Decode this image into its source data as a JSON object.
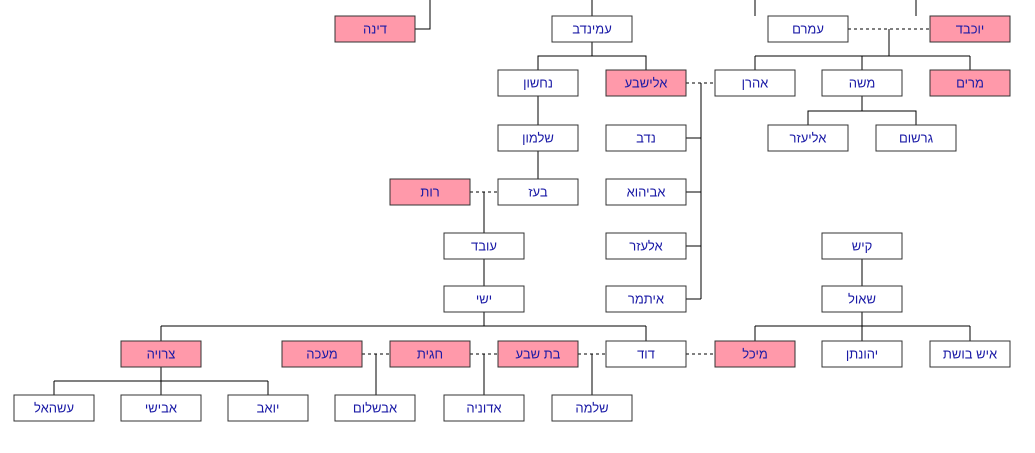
{
  "colors": {
    "male_fill": "#ffffff",
    "female_fill": "#ff99aa",
    "border": "#333333",
    "line": "#000000",
    "text": "#1a1aa6"
  },
  "people": {
    "dina": {
      "name": "דינה",
      "gender": "female"
    },
    "aminadav": {
      "name": "עמינדב",
      "gender": "male"
    },
    "amram": {
      "name": "עמרם",
      "gender": "male"
    },
    "yocheved": {
      "name": "יוכבד",
      "gender": "female"
    },
    "nachshon": {
      "name": "נחשון",
      "gender": "male"
    },
    "elisheva": {
      "name": "אלישבע",
      "gender": "female"
    },
    "aharon": {
      "name": "אהרן",
      "gender": "male"
    },
    "moshe": {
      "name": "משה",
      "gender": "male"
    },
    "miriam": {
      "name": "מרים",
      "gender": "female"
    },
    "salmon": {
      "name": "שלמון",
      "gender": "male"
    },
    "nadav": {
      "name": "נדב",
      "gender": "male"
    },
    "eliezer": {
      "name": "אליעזר",
      "gender": "male"
    },
    "gershom": {
      "name": "גרשום",
      "gender": "male"
    },
    "ruth": {
      "name": "רות",
      "gender": "female"
    },
    "boaz": {
      "name": "בעז",
      "gender": "male"
    },
    "avihu": {
      "name": "אביהוא",
      "gender": "male"
    },
    "oved": {
      "name": "עובד",
      "gender": "male"
    },
    "elazar": {
      "name": "אלעזר",
      "gender": "male"
    },
    "kish": {
      "name": "קיש",
      "gender": "male"
    },
    "yishai": {
      "name": "ישי",
      "gender": "male"
    },
    "itamar": {
      "name": "איתמר",
      "gender": "male"
    },
    "shaul": {
      "name": "שאול",
      "gender": "male"
    },
    "tzruya": {
      "name": "צרויה",
      "gender": "female"
    },
    "maacha": {
      "name": "מעכה",
      "gender": "female"
    },
    "chagit": {
      "name": "חגית",
      "gender": "female"
    },
    "batsheva": {
      "name": "בת שבע",
      "gender": "female"
    },
    "david": {
      "name": "דוד",
      "gender": "male"
    },
    "michal": {
      "name": "מיכל",
      "gender": "female"
    },
    "yehonatan": {
      "name": "יהונתן",
      "gender": "male"
    },
    "ishboshet": {
      "name": "איש בושת",
      "gender": "male"
    },
    "asael": {
      "name": "עשהאל",
      "gender": "male"
    },
    "avishai": {
      "name": "אבישי",
      "gender": "male"
    },
    "yoav": {
      "name": "יואב",
      "gender": "male"
    },
    "avshalom": {
      "name": "אבשלום",
      "gender": "male"
    },
    "adoniya": {
      "name": "אדוניה",
      "gender": "male"
    },
    "shlomo": {
      "name": "שלמה",
      "gender": "male"
    }
  }
}
